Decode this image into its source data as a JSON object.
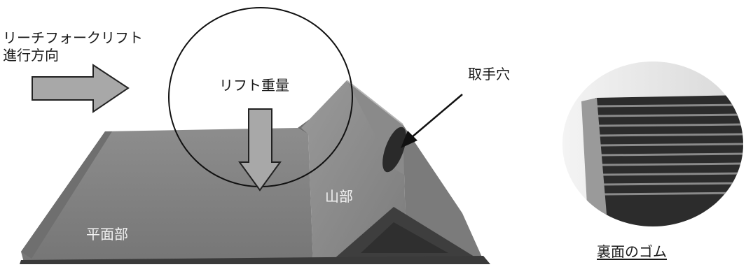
{
  "labels": {
    "direction_line1": "リーチフォークリフト",
    "direction_line2": "進行方向",
    "lift_weight": "リフト重量",
    "handle_hole": "取手穴",
    "peak_part": "山部",
    "flat_part": "平面部",
    "rubber_back": "裏面のゴム"
  },
  "colors": {
    "plate": "#828282",
    "plate_dark": "#6e6e6e",
    "plate_edge": "#5a5a5a",
    "arrow_fill": "#a9a9a9",
    "rubber_dark": "#2c2c2c",
    "rubber_rib": "#8c8c8c"
  }
}
